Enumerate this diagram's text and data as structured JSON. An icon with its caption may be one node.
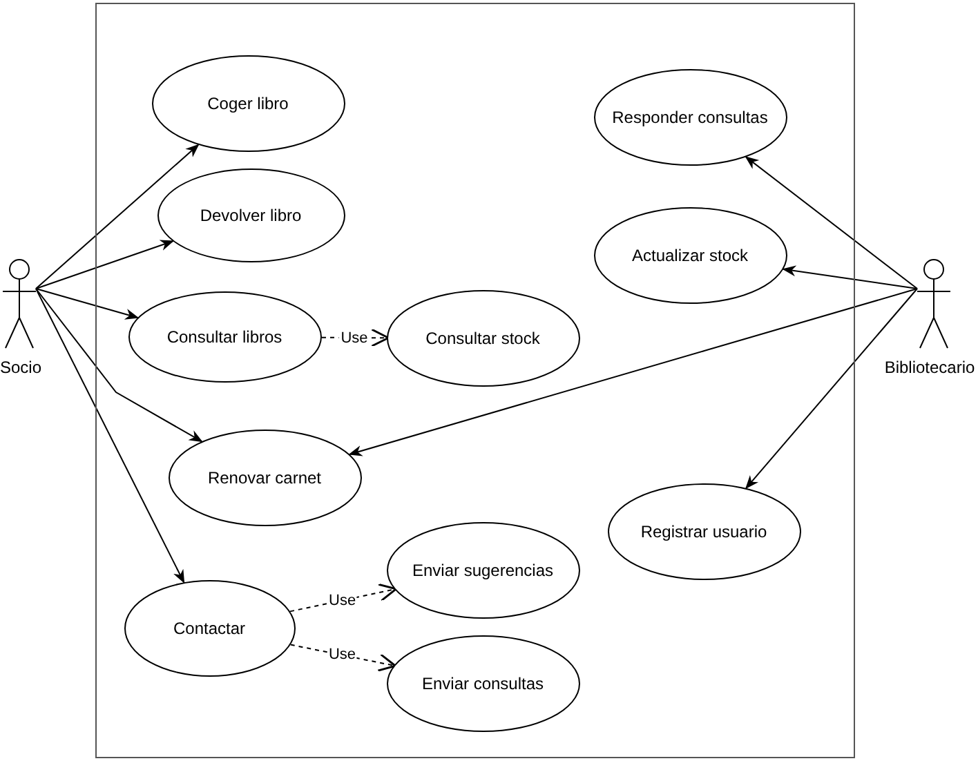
{
  "diagram": {
    "nodes": [
      {
        "text": [],
        "shape": "box"
      },
      {
        "text": [
          "Socio"
        ]
      },
      {
        "text": [
          "Bibliotecario"
        ]
      },
      {
        "text": [
          "Coger libro"
        ],
        "in": 0
      },
      {
        "text": [
          "Devolver libro"
        ],
        "in": 0
      },
      {
        "text": [
          "Consultar libros"
        ],
        "in": 0
      },
      {
        "text": [
          "Consultar stock"
        ],
        "in": 0
      },
      {
        "text": [
          "Renovar carnet"
        ],
        "in": 0
      },
      {
        "text": [
          "Contactar"
        ],
        "in": 0
      },
      {
        "text": [
          "Enviar sugerencias"
        ],
        "in": 0
      },
      {
        "text": [
          "Enviar consultas"
        ],
        "in": 0
      },
      {
        "text": [
          "Responder consultas"
        ],
        "in": 0
      },
      {
        "text": [
          "Actualizar stock"
        ],
        "in": 0
      },
      {
        "text": [
          "Registrar usuario"
        ],
        "in": 0
      }
    ],
    "edges": [
      {
        "from": 1,
        "to": 3,
        "arrow": "to"
      },
      {
        "from": 1,
        "to": 4,
        "arrow": "to"
      },
      {
        "from": 1,
        "to": 5,
        "arrow": "to"
      },
      {
        "from": 1,
        "to": 7,
        "arrow": "to"
      },
      {
        "from": 1,
        "to": 8,
        "arrow": "to"
      },
      {
        "from": 5,
        "to": 6,
        "arrow": "to",
        "label": "Use",
        "style": "dashed"
      },
      {
        "from": 8,
        "to": 9,
        "arrow": "to",
        "label": "Use",
        "style": "dashed"
      },
      {
        "from": 8,
        "to": 10,
        "arrow": "to",
        "label": "Use",
        "style": "dashed"
      },
      {
        "from": 2,
        "to": 11,
        "arrow": "to"
      },
      {
        "from": 2,
        "to": 12,
        "arrow": "to"
      },
      {
        "from": 2,
        "to": 7,
        "arrow": "to"
      },
      {
        "from": 2,
        "to": 13,
        "arrow": "to"
      }
    ]
  }
}
